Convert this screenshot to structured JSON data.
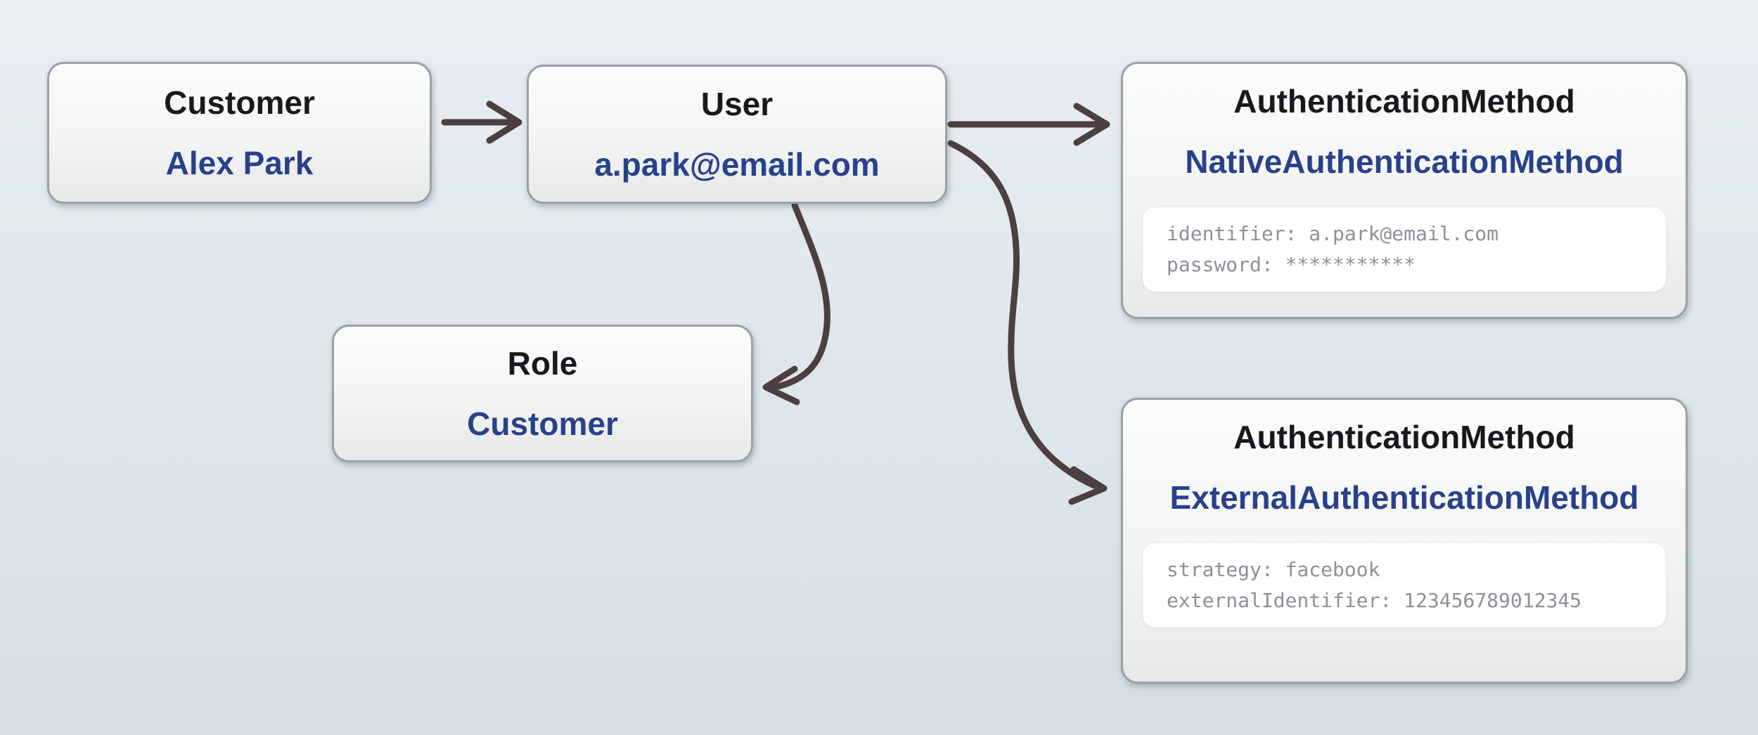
{
  "diagram": {
    "colors": {
      "background_top": "#e9eef3",
      "background_bottom": "#d3dfe4",
      "node_border": "#9aa1a6",
      "title_text": "#17191c",
      "value_text": "#28418b",
      "attribute_text": "#8c9196",
      "arrow": "#4c3e41"
    },
    "nodes": [
      {
        "id": "customer",
        "title": "Customer",
        "value": "Alex Park"
      },
      {
        "id": "user",
        "title": "User",
        "value": "a.park@email.com"
      },
      {
        "id": "role",
        "title": "Role",
        "value": "Customer"
      },
      {
        "id": "auth-native",
        "title": "AuthenticationMethod",
        "value": "NativeAuthenticationMethod",
        "attributes": [
          "identifier: a.park@email.com",
          "password: ***********"
        ]
      },
      {
        "id": "auth-external",
        "title": "AuthenticationMethod",
        "value": "ExternalAuthenticationMethod",
        "attributes": [
          "strategy: facebook",
          "externalIdentifier: 123456789012345"
        ]
      }
    ],
    "edges": [
      {
        "from": "customer",
        "to": "user"
      },
      {
        "from": "user",
        "to": "auth-native"
      },
      {
        "from": "user",
        "to": "role"
      },
      {
        "from": "user",
        "to": "auth-external"
      }
    ]
  }
}
